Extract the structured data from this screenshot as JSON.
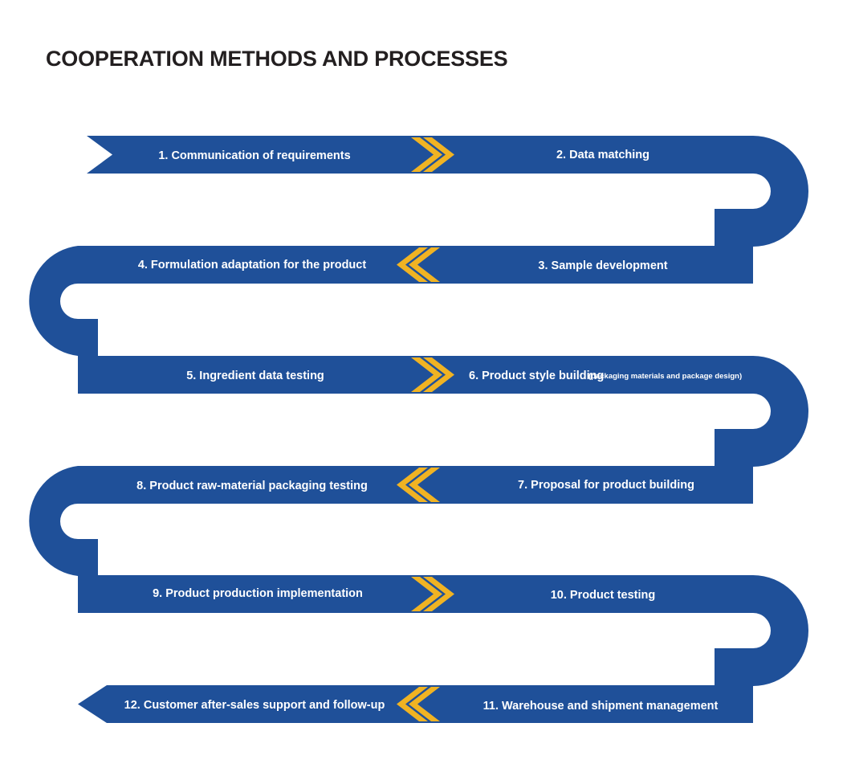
{
  "page": {
    "title": "COOPERATION METHODS AND PROCESSES",
    "background": "#ffffff",
    "title_color": "#231f20"
  },
  "theme": {
    "band_color": "#1f5099",
    "band_color_dark": "#1d4e96",
    "chevron_color": "#f0b323",
    "label_color": "#ffffff"
  },
  "chart_data": {
    "type": "diagram",
    "subtype": "serpentine-process-flow",
    "title": "COOPERATION METHODS AND PROCESSES",
    "direction_pattern": [
      "left-to-right",
      "right-to-left",
      "left-to-right",
      "right-to-left",
      "left-to-right",
      "right-to-left"
    ],
    "rows": 6,
    "steps_per_row": 2,
    "step_count": 12,
    "steps": [
      {
        "number": "1.",
        "label": "1. Communication of requirements",
        "note": "",
        "row": 1,
        "side": "left",
        "direction": "right"
      },
      {
        "number": "2.",
        "label": "2. Data matching",
        "note": "",
        "row": 1,
        "side": "right",
        "direction": "right"
      },
      {
        "number": "3.",
        "label": "3. Sample development",
        "note": "",
        "row": 2,
        "side": "right",
        "direction": "left"
      },
      {
        "number": "4.",
        "label": "4. Formulation adaptation for the product",
        "note": "",
        "row": 2,
        "side": "left",
        "direction": "left"
      },
      {
        "number": "5.",
        "label": "5. Ingredient data testing",
        "note": "",
        "row": 3,
        "side": "left",
        "direction": "right"
      },
      {
        "number": "6.",
        "label": "6. Product style building",
        "note": "(packaging materials and package design)",
        "row": 3,
        "side": "right",
        "direction": "right"
      },
      {
        "number": "7.",
        "label": "7. Proposal for product  building",
        "note": "",
        "row": 4,
        "side": "right",
        "direction": "left"
      },
      {
        "number": "8.",
        "label": "8. Product raw-material packaging testing",
        "note": "",
        "row": 4,
        "side": "left",
        "direction": "left"
      },
      {
        "number": "9.",
        "label": "9. Product production implementation",
        "note": "",
        "row": 5,
        "side": "left",
        "direction": "right"
      },
      {
        "number": "10.",
        "label": "10. Product testing",
        "note": "",
        "row": 5,
        "side": "right",
        "direction": "right"
      },
      {
        "number": "11.",
        "label": "11. Warehouse and shipment management",
        "note": "",
        "row": 6,
        "side": "right",
        "direction": "left"
      },
      {
        "number": "12.",
        "label": "12. Customer after-sales support and follow-up",
        "note": "",
        "row": 6,
        "side": "left",
        "direction": "left"
      }
    ],
    "connectors": [
      {
        "from_step": 2,
        "to_step": 3,
        "side": "right",
        "shape": "u-turn"
      },
      {
        "from_step": 4,
        "to_step": 5,
        "side": "left",
        "shape": "u-turn"
      },
      {
        "from_step": 6,
        "to_step": 7,
        "side": "right",
        "shape": "u-turn"
      },
      {
        "from_step": 8,
        "to_step": 9,
        "side": "left",
        "shape": "u-turn"
      },
      {
        "from_step": 10,
        "to_step": 11,
        "side": "right",
        "shape": "u-turn"
      }
    ],
    "markers": {
      "start": "notched-tail",
      "end": "left-arrowhead",
      "mid_row": "chevron"
    }
  }
}
